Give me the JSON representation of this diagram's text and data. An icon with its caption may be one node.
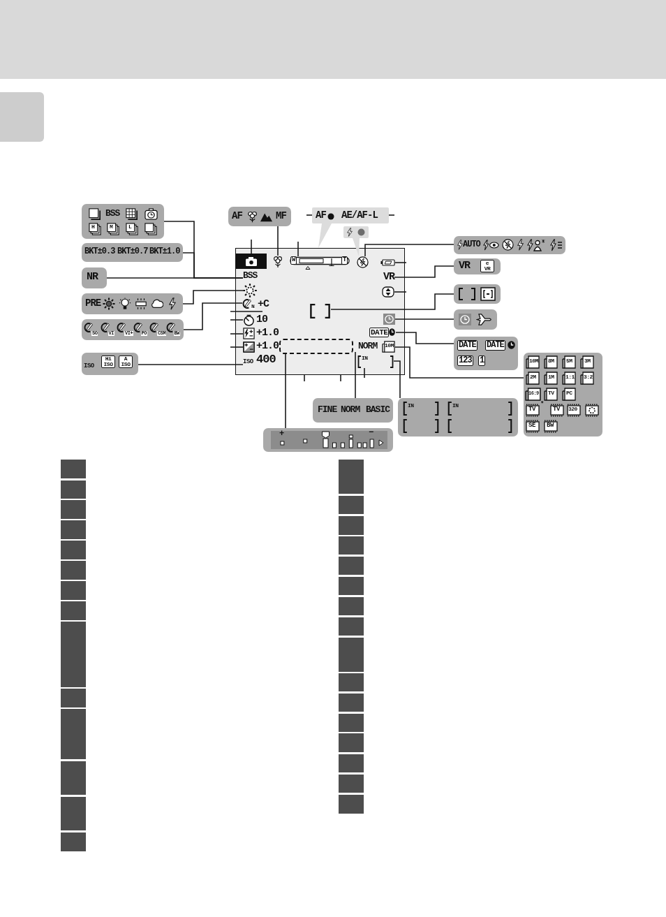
{
  "diagram": {
    "nodes": [
      {
        "text": [
          "BSS",
          "H",
          "M",
          "L"
        ]
      },
      {
        "text": [
          "AF",
          "MF"
        ]
      },
      {
        "text": [
          "AF",
          "AE/AF-L"
        ]
      },
      {
        "text": [],
        "shape": "box"
      },
      {
        "text": [
          "AUTO"
        ]
      },
      {
        "text": [
          "BKT±0.3",
          "BKT±0.7",
          "BKT±1.0"
        ]
      },
      {
        "text": [
          "VR",
          "e VR"
        ]
      },
      {
        "text": [
          "NR"
        ]
      },
      {
        "text": [],
        "shape": "box"
      },
      {
        "text": [],
        "shape": "picture",
        "in": 8
      },
      {
        "text": [],
        "shape": "picture",
        "in": 8
      },
      {
        "text": [
          "W",
          "T"
        ],
        "in": 8
      },
      {
        "text": [],
        "shape": "picture",
        "in": 8
      },
      {
        "text": [],
        "shape": "picture",
        "in": 8
      },
      {
        "text": [
          "BSS"
        ],
        "in": 8
      },
      {
        "text": [
          "VR"
        ],
        "in": 8
      },
      {
        "text": [],
        "shape": "circle",
        "in": 8
      },
      {
        "text": [],
        "shape": "picture",
        "in": 8
      },
      {
        "text": [
          "N"
        ],
        "in": 8
      },
      {
        "text": [
          "+C"
        ],
        "in": 8
      },
      {
        "text": [],
        "shape": "picture",
        "in": 8
      },
      {
        "text": [
          "10"
        ],
        "in": 8
      },
      {
        "text": [],
        "shape": "picture",
        "in": 8
      },
      {
        "text": [
          "+1.0"
        ],
        "in": 8
      },
      {
        "text": [
          "DATE"
        ],
        "in": 8
      },
      {
        "text": [
          "+1.0"
        ],
        "in": 8
      },
      {
        "text": [],
        "shape": "box",
        "in": 8
      },
      {
        "text": [
          "NORM"
        ],
        "in": 8
      },
      {
        "text": [
          "10M"
        ],
        "in": 8
      },
      {
        "text": [
          "ISO",
          "400"
        ],
        "in": 8
      },
      {
        "text": [
          "IN"
        ],
        "in": 8
      },
      {
        "text": [
          "PRE"
        ]
      },
      {
        "text": [],
        "shape": "box"
      },
      {
        "text": [],
        "shape": "box"
      },
      {
        "text": [
          "SO",
          "VI",
          "VI+",
          "PO",
          "CSM",
          "BW"
        ]
      },
      {
        "text": [
          "DATE",
          "DATE",
          "123",
          "1"
        ]
      },
      {
        "text": [
          "ISO",
          "Hi ISO",
          "A ISO"
        ]
      },
      {
        "text": [
          "10M",
          "8M",
          "5M",
          "3M",
          "2M",
          "1M",
          "1:1",
          "3:2",
          "16:9",
          "TV",
          "PC",
          "TV",
          "*",
          "TV",
          "320",
          "SE",
          "BW"
        ]
      },
      {
        "text": [
          "FINE",
          "NORM",
          "BASIC"
        ]
      },
      {
        "text": [
          "IN",
          "IN"
        ]
      },
      {
        "text": [
          "+",
          "−"
        ]
      }
    ],
    "edges": [
      {
        "from": 14,
        "to": 0,
        "arrow": "none"
      },
      {
        "from": 14,
        "to": 5,
        "arrow": "none"
      },
      {
        "from": 14,
        "to": 7,
        "arrow": "none"
      },
      {
        "from": 10,
        "to": 1,
        "arrow": "none"
      },
      {
        "from": 9,
        "to": null,
        "arrow": "none"
      },
      {
        "from": 11,
        "to": null,
        "arrow": "none"
      },
      {
        "from": 2,
        "to": null,
        "arrow": "none"
      },
      {
        "from": 2,
        "to": null,
        "arrow": "none"
      },
      {
        "from": 2,
        "to": 8,
        "arrow": "none"
      },
      {
        "from": 3,
        "to": 12,
        "arrow": "none"
      },
      {
        "from": 12,
        "to": 4,
        "arrow": "none"
      },
      {
        "from": 13,
        "to": null,
        "arrow": "none"
      },
      {
        "from": 15,
        "to": 6,
        "arrow": "none"
      },
      {
        "from": 17,
        "to": null,
        "arrow": "none"
      },
      {
        "from": 20,
        "to": 32,
        "arrow": "none"
      },
      {
        "from": 22,
        "to": 33,
        "arrow": "none"
      },
      {
        "from": 24,
        "to": 35,
        "arrow": "none"
      },
      {
        "from": 28,
        "to": 37,
        "arrow": "none"
      },
      {
        "from": 30,
        "to": 39,
        "arrow": "none"
      },
      {
        "from": 30,
        "to": null,
        "arrow": "none"
      },
      {
        "from": 8,
        "to": null,
        "arrow": "none"
      },
      {
        "from": 8,
        "to": null,
        "arrow": "none"
      },
      {
        "from": 27,
        "to": 38,
        "arrow": "none"
      },
      {
        "from": 26,
        "to": 40,
        "arrow": "none"
      },
      {
        "from": 16,
        "to": 31,
        "arrow": "none"
      },
      {
        "from": 18,
        "to": 34,
        "arrow": "none"
      },
      {
        "from": 19,
        "to": null,
        "arrow": "none"
      },
      {
        "from": 21,
        "to": null,
        "arrow": "none"
      },
      {
        "from": 23,
        "to": null,
        "arrow": "none"
      },
      {
        "from": 25,
        "to": null,
        "arrow": "none"
      },
      {
        "from": 29,
        "to": 36,
        "arrow": "none"
      }
    ]
  }
}
